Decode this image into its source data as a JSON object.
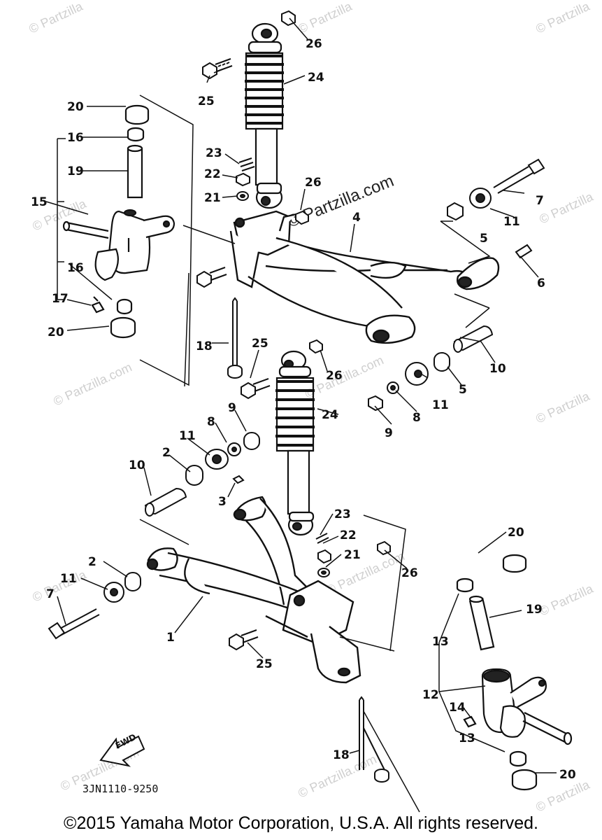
{
  "diagram": {
    "callouts": [
      "26",
      "25",
      "24",
      "20",
      "16",
      "19",
      "23",
      "22",
      "21",
      "26",
      "4",
      "7",
      "11",
      "5",
      "6",
      "15",
      "16",
      "17",
      "20",
      "18",
      "25",
      "26",
      "10",
      "5",
      "11",
      "9",
      "8",
      "24",
      "9",
      "8",
      "11",
      "2",
      "10",
      "3",
      "23",
      "22",
      "21",
      "26",
      "20",
      "2",
      "11",
      "7",
      "1",
      "25",
      "19",
      "13",
      "12",
      "14",
      "13",
      "18",
      "20"
    ],
    "figure_code": "3JN1110-9250",
    "fwd_label": "FWD"
  },
  "watermarks": {
    "small": "© Partzilla",
    "small_com": "© Partzilla.com",
    "large": "© Partzilla.com"
  },
  "footer": {
    "copyright": "©2015 Yamaha Motor Corporation, U.S.A. All rights reserved."
  }
}
